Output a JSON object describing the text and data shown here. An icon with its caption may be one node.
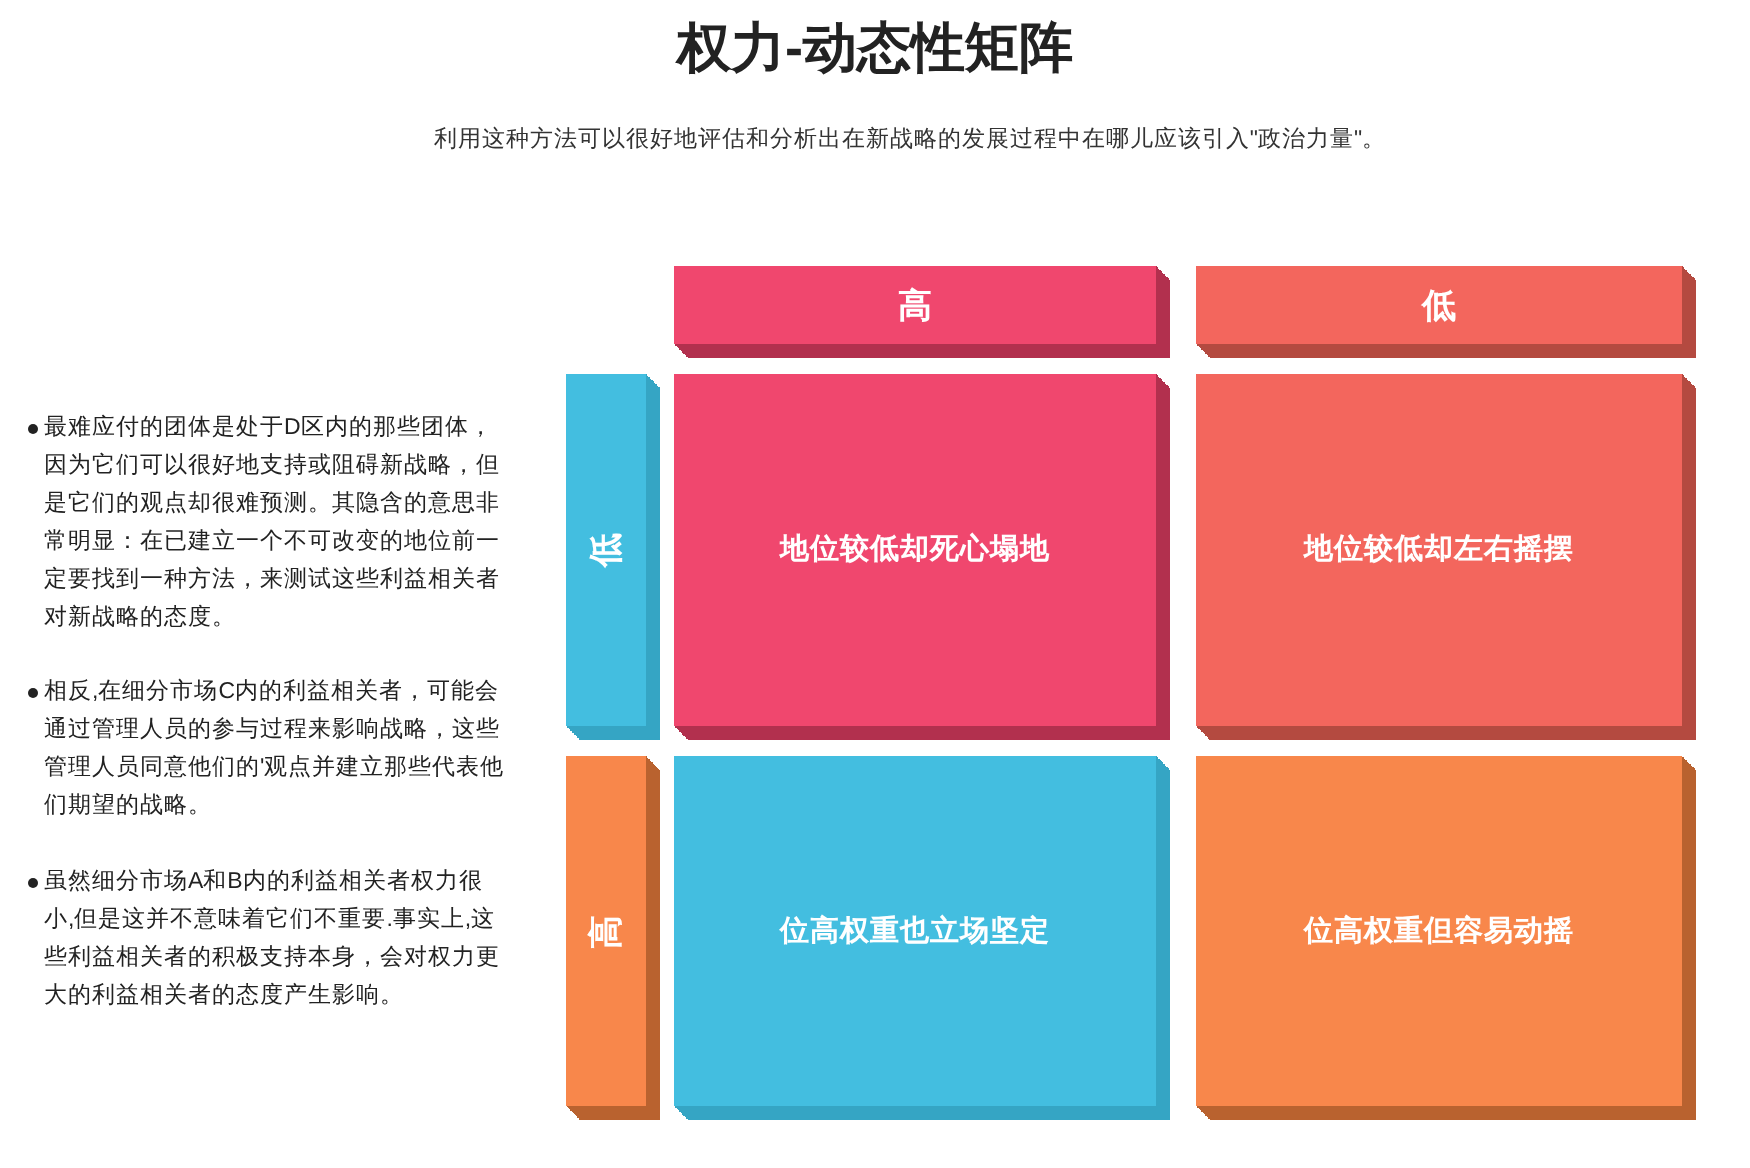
{
  "diagram": {
    "title": "权力-动态性矩阵",
    "caption": "利用这种方法可以很好地评估和分析出在新战略的发展过程中在哪儿应该引入\"政治力量\"。",
    "nodes": [
      {
        "text": [
          "高"
        ]
      },
      {
        "text": [
          "低"
        ]
      },
      {
        "text": [
          "低"
        ]
      },
      {
        "text": [
          "地位较低却死心塌地"
        ]
      },
      {
        "text": [
          "地位较低却左右摇摆"
        ]
      },
      {
        "text": [
          "高"
        ]
      },
      {
        "text": [
          "位高权重也立场坚定"
        ]
      },
      {
        "text": [
          "位高权重但容易动摇"
        ]
      }
    ],
    "labels": [
      "最难应付的团体是处于D区内的那些团体，因为它们可以很好地支持或阻碍新战略，但是它们的观点却很难预测。其隐含的意思非常明显：在已建立一个不可改变的地位前一定要找到一种方法，来测试这些利益相关者对新战略的态度。",
      "相反,在细分市场C内的利益相关者，可能会通过管理人员的参与过程来影响战略，这些管理人员同意他们的'观点并建立那些代表他们期望的战略。",
      "虽然细分市场A和B内的利益相关者权力很小,但是这并不意味着它们不重要.事实上,这些利益相关者的积极支持本身，会对权力更大的利益相关者的态度产生影响。"
    ]
  }
}
